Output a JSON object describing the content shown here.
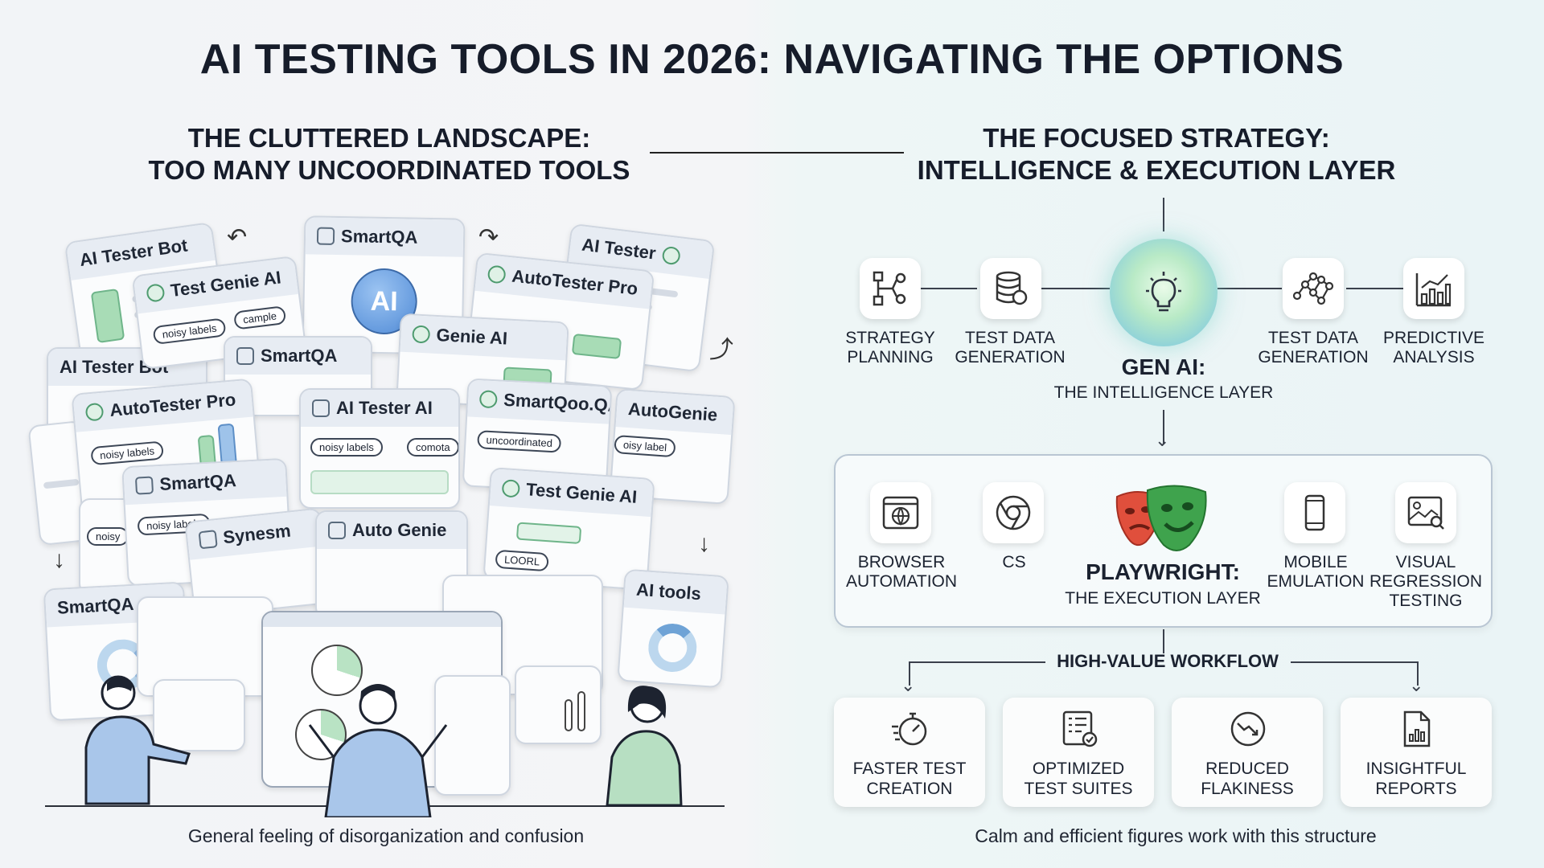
{
  "title": "AI TESTING TOOLS IN 2026: NAVIGATING THE OPTIONS",
  "left": {
    "heading_line1": "THE CLUTTERED LANDSCAPE:",
    "heading_line2": "TOO MANY UNCOORDINATED TOOLS",
    "caption": "General feeling of disorganization and confusion",
    "cards": [
      "AI Tester Bot",
      "Test Genie AI",
      "SmartQA",
      "AI Tester",
      "AutoTester Pro",
      "AI Tester Bot",
      "SmartQA",
      "Genie AI",
      "AutoTester Pro",
      "AI Tester AI",
      "SmartQoo.QA",
      "AutoGenie",
      "SmartQA",
      "Test Genie AI",
      "Synesm",
      "Auto Genie",
      "SmartQA",
      "AI tools"
    ],
    "ai_badge": "AI",
    "pills": [
      "noisy labels",
      "cample",
      "noisy labels",
      "noisy labels",
      "comota",
      "uncoordinated",
      "oisy label",
      "noisy labels",
      "noisy",
      "LOORL"
    ]
  },
  "right": {
    "heading_line1": "THE FOCUSED STRATEGY:",
    "heading_line2": "INTELLIGENCE & EXECUTION LAYER",
    "intelligence": {
      "items": [
        {
          "label1": "STRATEGY",
          "label2": "PLANNING",
          "icon": "flowchart-icon"
        },
        {
          "label1": "TEST DATA",
          "label2": "GENERATION",
          "icon": "database-icon"
        },
        {
          "label1": "TEST DATA",
          "label2": "GENERATION",
          "icon": "network-graph-icon"
        },
        {
          "label1": "PREDICTIVE",
          "label2": "ANALYSIS",
          "icon": "bar-trend-icon"
        }
      ],
      "center_title": "GEN AI:",
      "center_subtitle": "THE INTELLIGENCE LAYER"
    },
    "execution": {
      "items": [
        {
          "label1": "BROWSER",
          "label2": "AUTOMATION",
          "label3": "",
          "icon": "browser-globe-icon"
        },
        {
          "label1": "CS",
          "label2": "",
          "label3": "",
          "icon": "chrome-icon"
        },
        {
          "label1": "MOBILE",
          "label2": "EMULATION",
          "label3": "",
          "icon": "mobile-icon"
        },
        {
          "label1": "VISUAL",
          "label2": "REGRESSION",
          "label3": "TESTING",
          "icon": "image-search-icon"
        }
      ],
      "center_title": "PLAYWRIGHT:",
      "center_subtitle": "THE EXECUTION LAYER"
    },
    "workflow_label": "HIGH-VALUE WORKFLOW",
    "outcomes": [
      {
        "label1": "FASTER TEST",
        "label2": "CREATION",
        "icon": "stopwatch-icon"
      },
      {
        "label1": "OPTIMIZED",
        "label2": "TEST SUITES",
        "icon": "checklist-icon"
      },
      {
        "label1": "REDUCED",
        "label2": "FLAKINESS",
        "icon": "gauge-down-icon"
      },
      {
        "label1": "INSIGHTFUL",
        "label2": "REPORTS",
        "icon": "report-icon"
      }
    ],
    "caption": "Calm and efficient figures work with this structure"
  }
}
